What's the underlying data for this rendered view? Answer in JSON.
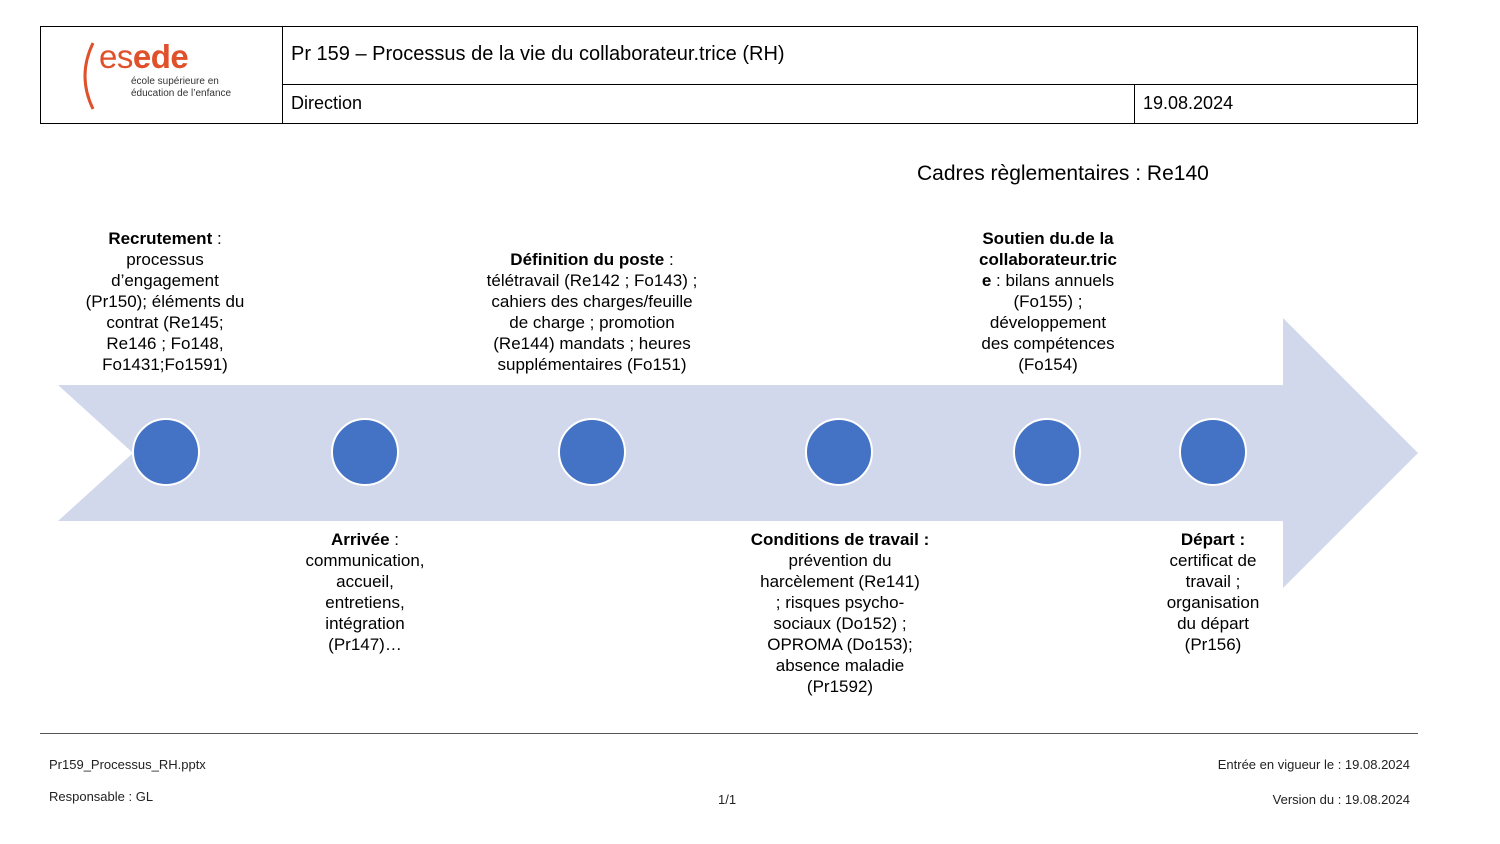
{
  "header": {
    "logo": {
      "word_es": "es",
      "word_ede": "ede",
      "sub1": "école supérieure en",
      "sub2": "éducation de l’enfance",
      "color": "#e0502a"
    },
    "title": "Pr 159 – Processus de la vie du collaborateur.trice (RH)",
    "department": "Direction",
    "date": "19.08.2024"
  },
  "cadres": "Cadres règlementaires : Re140",
  "diagram": {
    "arrow_color": "#d1d8ec",
    "node_color": "#4472c4",
    "steps": [
      {
        "title": "Recrutement",
        "sep": " :",
        "lines": [
          "processus",
          "d’engagement",
          "(Pr150); éléments du",
          "contrat (Re145;",
          "Re146 ; Fo148,",
          "Fo1431;Fo1591)"
        ]
      },
      {
        "title": "Arrivée",
        "sep": " :",
        "lines": [
          "communication,",
          "accueil,",
          "entretiens,",
          "intégration",
          "(Pr147)…"
        ]
      },
      {
        "title": "Définition du poste",
        "sep": " :",
        "lines": [
          "télétravail (Re142 ; Fo143) ;",
          "cahiers des charges/feuille",
          "de charge ; promotion",
          "(Re144) mandats ; heures",
          "supplémentaires (Fo151)"
        ]
      },
      {
        "title": "Conditions de travail :",
        "sep": "",
        "lines": [
          "prévention du",
          "harcèlement (Re141)",
          "; risques psycho-",
          "sociaux (Do152) ;",
          "OPROMA (Do153);",
          "absence maladie",
          "(Pr1592)"
        ]
      },
      {
        "title_lines": [
          "Soutien du.de la",
          "collaborateur.tric"
        ],
        "title_tail": "e",
        "first_rest": " : bilans annuels",
        "lines": [
          "(Fo155) ;",
          "développement",
          "des compétences",
          "(Fo154)"
        ]
      },
      {
        "title": "Départ :",
        "sep": "",
        "lines": [
          "certificat de",
          "travail ;",
          "organisation",
          "du départ",
          "(Pr156)"
        ]
      }
    ]
  },
  "footer": {
    "filename": "Pr159_Processus_RH.pptx",
    "responsable": "Responsable : GL",
    "page": "1/1",
    "entree": "Entrée en vigueur le : 19.08.2024",
    "version": "Version du : 19.08.2024"
  }
}
